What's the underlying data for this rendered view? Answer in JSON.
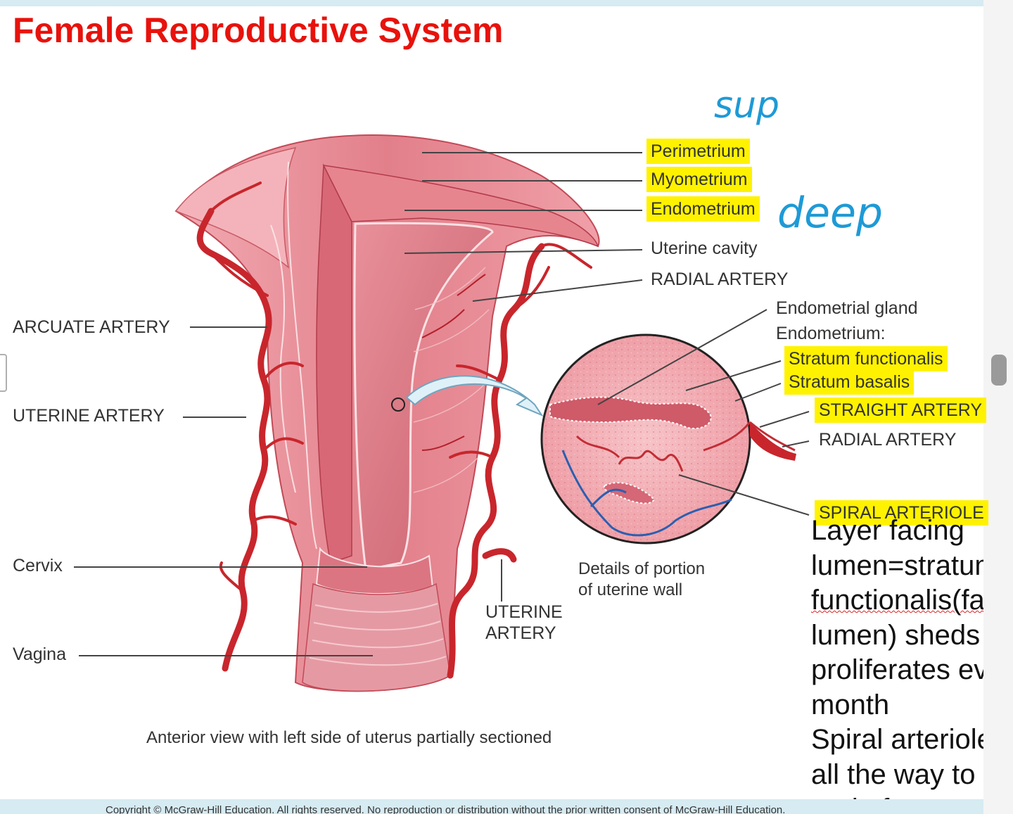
{
  "title": "Female Reproductive System",
  "labels_right": {
    "perimetrium": "Perimetrium",
    "myometrium": "Myometrium",
    "endometrium": "Endometrium",
    "uterine_cavity": "Uterine cavity",
    "radial_artery": "RADIAL ARTERY"
  },
  "labels_left": {
    "arcuate_artery": "ARCUATE ARTERY",
    "uterine_artery": "UTERINE ARTERY",
    "cervix": "Cervix",
    "vagina": "Vagina"
  },
  "label_uterine_artery_lower": [
    "UTERINE",
    "ARTERY"
  ],
  "detail_labels": {
    "endometrial_gland": "Endometrial gland",
    "endometrium": "Endometrium:",
    "stratum_functionalis": "Stratum functionalis",
    "stratum_basalis": "Stratum basalis",
    "straight_artery": "STRAIGHT ARTERY",
    "radial_artery": "RADIAL ARTERY",
    "spiral_arteriole": "SPIRAL ARTERIOLE"
  },
  "detail_caption": [
    "Details of portion",
    "of uterine wall"
  ],
  "view_caption": "Anterior view with left side of uterus partially sectioned",
  "handwriting": {
    "sup": "sup",
    "deep": "deep"
  },
  "notes": [
    "Layer facing",
    "lumen=stratum",
    "functionalis(facing",
    "lumen) sheds and",
    "proliferates every",
    "month",
    "Spiral arterioles",
    "all the way to",
    "end of uterus"
  ],
  "copyright": "Copyright © McGraw-Hill Education. All rights reserved. No reproduction or distribution without the prior written consent of McGraw-Hill Education.",
  "colors": {
    "title": "#e8120c",
    "highlight": "#fff200",
    "handwriting": "#1e9ad6",
    "artery": "#c8262c",
    "tissue": "#e88a93",
    "vein": "#2a5fb0"
  }
}
